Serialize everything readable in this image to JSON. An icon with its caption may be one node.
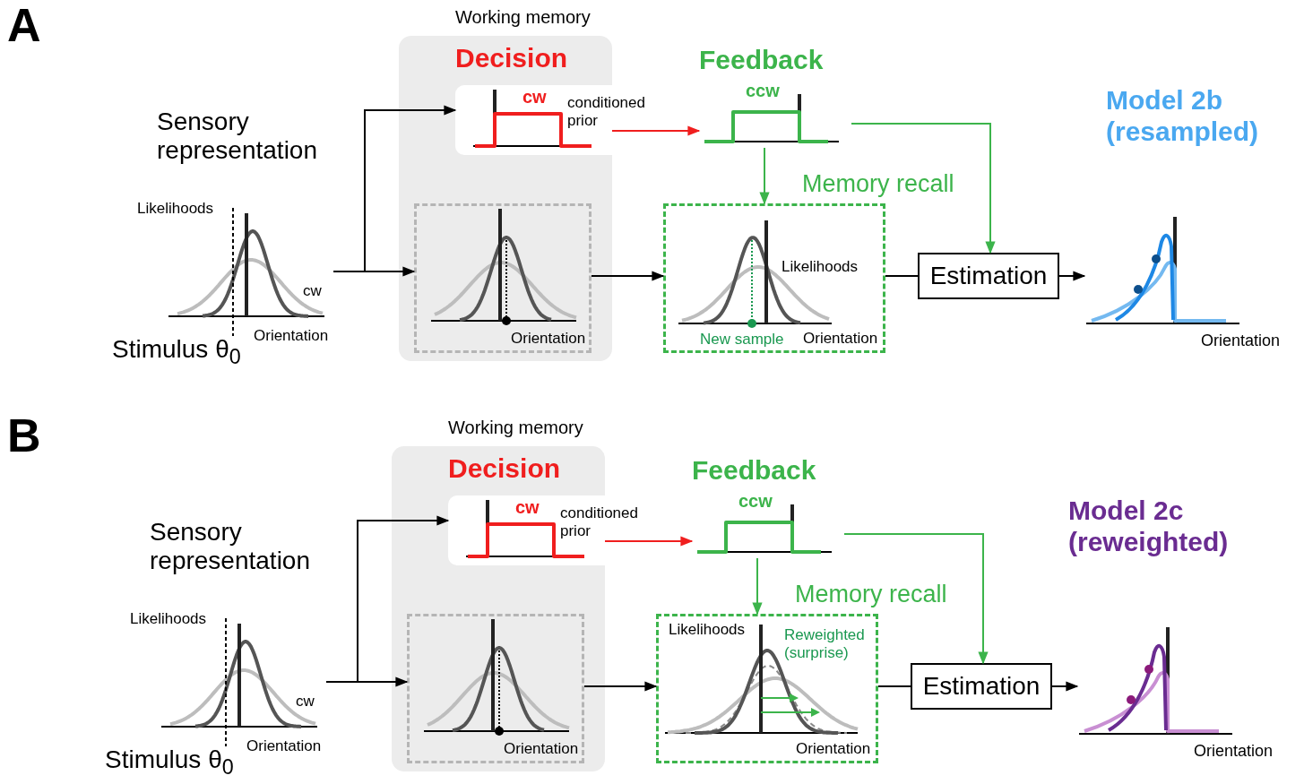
{
  "diagram": {
    "nodes": [
      {
        "text": [
          "Working memory"
        ]
      },
      {
        "text": [
          "Decision",
          "cw",
          "conditioned prior"
        ],
        "in": 0
      },
      {
        "text": [
          "Orientation"
        ],
        "in": 0
      },
      {
        "text": [
          "Sensory representation",
          "Likelihoods",
          "cw",
          "Orientation",
          "Stimulus θ$_{0}$"
        ]
      },
      {
        "text": [
          "Feedback",
          "ccw"
        ]
      },
      {
        "text": [
          "Memory recall",
          "Likelihoods",
          "New sample",
          "Orientation"
        ]
      },
      {
        "text": [
          "Estimation"
        ]
      },
      {
        "text": [
          "Model 2b (resampled)",
          "Orientation"
        ]
      },
      {
        "text": [
          "Working memory"
        ]
      },
      {
        "text": [
          "Decision",
          "cw",
          "conditioned prior"
        ],
        "in": 8
      },
      {
        "text": [
          "Orientation"
        ],
        "in": 8
      },
      {
        "text": [
          "Sensory representation",
          "Likelihoods",
          "cw",
          "Orientation",
          "Stimulus θ$_{0}$"
        ]
      },
      {
        "text": [
          "Feedback",
          "ccw"
        ]
      },
      {
        "text": [
          "Memory recall",
          "Likelihoods",
          "Reweighted (surprise)",
          "Orientation"
        ]
      },
      {
        "text": [
          "Estimation"
        ]
      },
      {
        "text": [
          "Model 2c (reweighted)",
          "Orientation"
        ]
      }
    ],
    "edges": [
      {
        "from": 3,
        "to": 1,
        "arrow": "to"
      },
      {
        "from": 3,
        "to": 2,
        "arrow": "to"
      },
      {
        "from": 1,
        "to": 4,
        "arrow": "to",
        "color": "#f01e1e"
      },
      {
        "from": 4,
        "to": 5,
        "arrow": "to",
        "color": "#3cb44b"
      },
      {
        "from": 4,
        "to": 6,
        "arrow": "to",
        "color": "#3cb44b"
      },
      {
        "from": 2,
        "to": 5,
        "arrow": "to"
      },
      {
        "from": 5,
        "to": 6,
        "arrow": "none"
      },
      {
        "from": 6,
        "to": 7,
        "arrow": "to"
      },
      {
        "from": 11,
        "to": 9,
        "arrow": "to"
      },
      {
        "from": 11,
        "to": 10,
        "arrow": "to"
      },
      {
        "from": 9,
        "to": 12,
        "arrow": "to",
        "color": "#f01e1e"
      },
      {
        "from": 12,
        "to": 13,
        "arrow": "to",
        "color": "#3cb44b"
      },
      {
        "from": 12,
        "to": 14,
        "arrow": "to",
        "color": "#3cb44b"
      },
      {
        "from": 10,
        "to": 13,
        "arrow": "to"
      },
      {
        "from": 13,
        "to": 14,
        "arrow": "none"
      },
      {
        "from": 14,
        "to": 15,
        "arrow": "to"
      }
    ],
    "labels": [
      "A",
      "B"
    ]
  }
}
